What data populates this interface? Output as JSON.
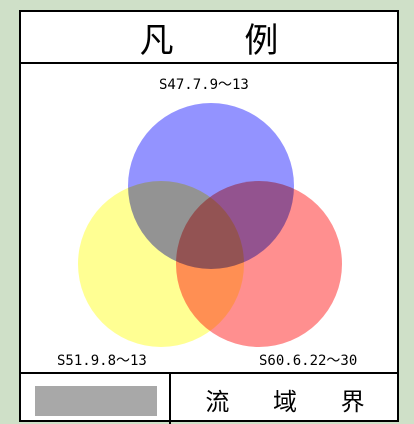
{
  "legend": {
    "title": "凡 例",
    "periods": [
      {
        "label": "S47.7.9～13",
        "color": "#8080ff"
      },
      {
        "label": "S51.9.8～13",
        "color": "#ffff80"
      },
      {
        "label": "S60.6.22～30",
        "color": "#ff7b7b"
      }
    ],
    "overlap_colors": {
      "S47_S51": "#80ff80",
      "S47_S60": "#c060ff",
      "S51_S60": "#ffb060",
      "all": "#c0a070"
    },
    "basin_boundary": {
      "label": "流 域 界",
      "swatch_color": "#a8a8a8"
    }
  },
  "map_background_color": "#cfe0c8"
}
